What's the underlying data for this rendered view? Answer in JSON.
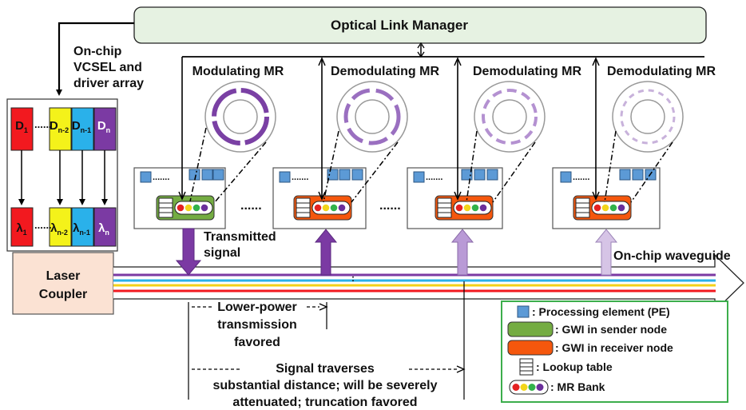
{
  "manager": {
    "label": "Optical Link Manager"
  },
  "vcsel": {
    "line1": "On-chip",
    "line2": "VCSEL and",
    "line3": "driver array"
  },
  "drivers": {
    "labels": [
      "D",
      "D",
      "D",
      "D"
    ],
    "subs": [
      "1",
      "n-2",
      "n-1",
      "n"
    ],
    "dots": "......",
    "colors": [
      "#f2191f",
      "#f4f21a",
      "#2ab1ea",
      "#7b3aa3"
    ]
  },
  "lambdas": {
    "symbol": "λ",
    "subs": [
      "1",
      "n-2",
      "n-1",
      "n"
    ],
    "dots": "......"
  },
  "laser": {
    "line1": "Laser",
    "line2": "Coupler"
  },
  "mr_labels": [
    "Modulating MR",
    "Demodulating MR",
    "Demodulating MR",
    "Demodulating MR"
  ],
  "node_dots": ".......",
  "between_dots": [
    "......",
    "......"
  ],
  "transmitted": {
    "line1": "Transmitted",
    "line2": "signal"
  },
  "waveguide": {
    "label": "On-chip waveguide"
  },
  "annotations": {
    "lower_power": [
      "Lower-power",
      "transmission",
      "favored"
    ],
    "traverses": [
      "Signal traverses",
      "substantial distance; will be severely",
      "attenuated; truncation favored"
    ]
  },
  "legend": {
    "pe": ": Processing element (PE)",
    "sender": ": GWI in sender node",
    "receiver": ": GWI in receiver node",
    "lookup": ": Lookup table",
    "mrbank": ": MR Bank"
  },
  "colors": {
    "manager_fill": "#e6f2e2",
    "sender_gwi": "#74ac42",
    "receiver_gwi": "#f5570d",
    "pe_blue": "#5c9ad6",
    "mr_purple": "#7a40a4",
    "mr_light": "#c8b2db",
    "legend_border": "#3cae4c",
    "laser_fill": "#fbe2d3"
  }
}
